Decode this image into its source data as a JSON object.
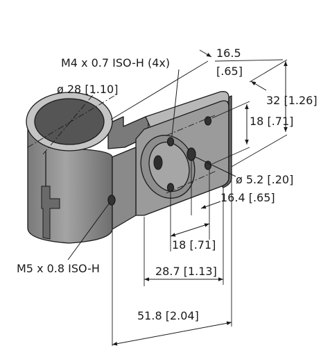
{
  "labels": {
    "thread_top": "M4 x 0.7 ISO-H (4x)",
    "clamp_dia": "ø 28 [1.10]",
    "dim_16_5": "16.5",
    "dim_16_5_in": "[.65]",
    "height": "32 [1.26]",
    "hole_spacing_v": "18 [.71]",
    "hole_dia": "ø 5.2 [.20]",
    "offset": "16.4 [.65]",
    "hole_spacing_h": "18 [.71]",
    "width_mid": "28.7 [1.13]",
    "width_total": "51.8 [2.04]",
    "thread_side": "M5 x 0.8 ISO-H"
  },
  "colors": {
    "body_front": "#8a8a8a",
    "body_dark": "#5e5e5e",
    "body_light": "#bdbdbd",
    "plate_front": "#9b9b9b",
    "plate_side": "#6c6c6c",
    "line": "#1a1a1a"
  }
}
